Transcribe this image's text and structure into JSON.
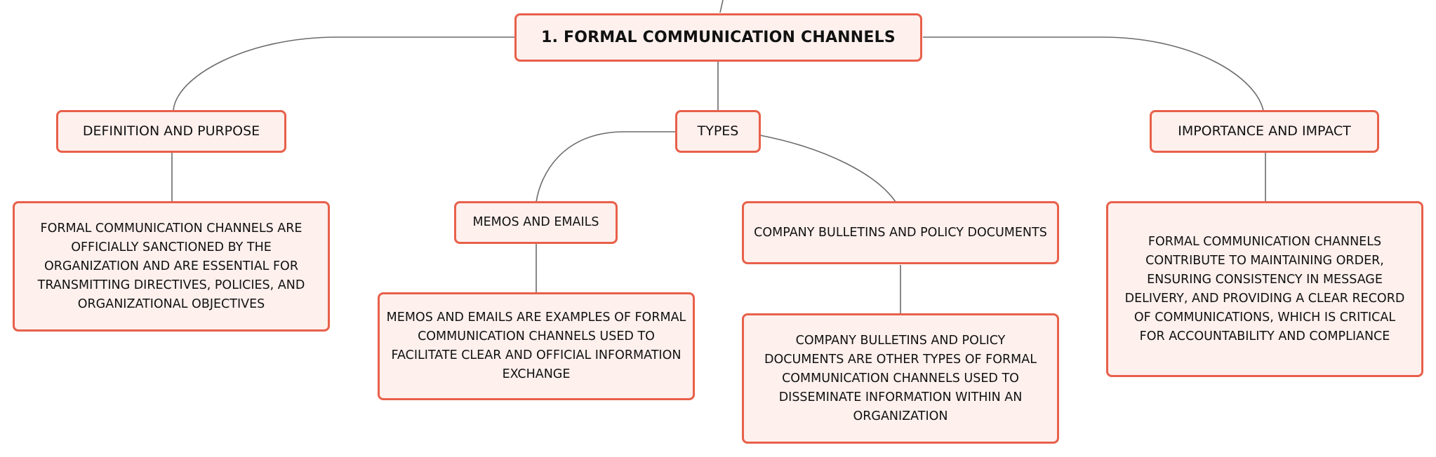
{
  "mindmap": {
    "root": {
      "label": "1. FORMAL COMMUNICATION CHANNELS"
    },
    "definition": {
      "label": "DEFINITION AND PURPOSE",
      "detail": "FORMAL COMMUNICATION CHANNELS ARE OFFICIALLY SANCTIONED BY THE ORGANIZATION AND ARE ESSENTIAL FOR TRANSMITTING DIRECTIVES, POLICIES, AND ORGANIZATIONAL OBJECTIVES"
    },
    "types": {
      "label": "TYPES",
      "memos": {
        "label": "MEMOS AND EMAILS",
        "detail": "MEMOS AND EMAILS ARE EXAMPLES OF FORMAL COMMUNICATION CHANNELS USED TO FACILITATE CLEAR AND OFFICIAL INFORMATION EXCHANGE"
      },
      "bulletins": {
        "label": "COMPANY BULLETINS AND POLICY DOCUMENTS",
        "detail": "COMPANY BULLETINS AND POLICY DOCUMENTS ARE OTHER TYPES OF FORMAL COMMUNICATION CHANNELS USED TO DISSEMINATE INFORMATION WITHIN AN ORGANIZATION"
      }
    },
    "importance": {
      "label": "IMPORTANCE AND IMPACT",
      "detail": "FORMAL COMMUNICATION CHANNELS CONTRIBUTE TO MAINTAINING ORDER, ENSURING CONSISTENCY IN MESSAGE DELIVERY, AND PROVIDING A CLEAR RECORD OF COMMUNICATIONS, WHICH IS CRITICAL FOR ACCOUNTABILITY AND COMPLIANCE"
    }
  },
  "colors": {
    "node_border": "#e8604a",
    "node_fill": "#fdf0ed",
    "connector": "#6b6b6b",
    "text": "#111111"
  }
}
